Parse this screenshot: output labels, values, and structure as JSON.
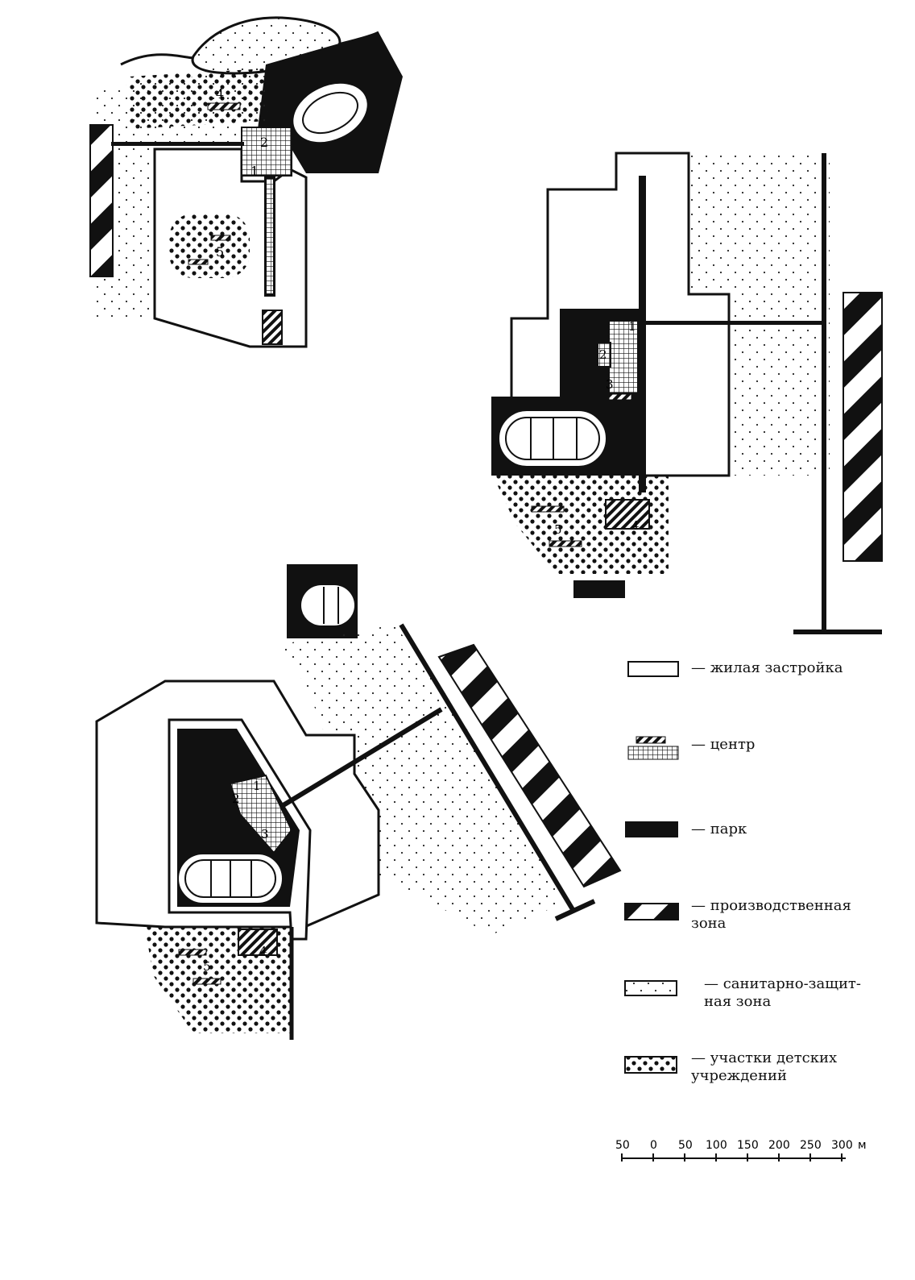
{
  "legend": {
    "items": [
      {
        "key": "residential",
        "label": "— жилая застройка"
      },
      {
        "key": "center",
        "label": "— центр"
      },
      {
        "key": "park",
        "label": "— парк"
      },
      {
        "key": "industrial",
        "label": "— производственная\nзона"
      },
      {
        "key": "sanitary",
        "label": "— санитарно-защит-\nная зона"
      },
      {
        "key": "children",
        "label": "— участки детских\nучреждений"
      }
    ]
  },
  "scale": {
    "ticks": [
      "50",
      "0",
      "50",
      "100",
      "150",
      "200",
      "250",
      "300"
    ],
    "unit": "м"
  },
  "plans": {
    "a": {
      "labels": [
        "1",
        "2",
        "4",
        "5"
      ]
    },
    "b": {
      "labels": [
        "1",
        "2",
        "3",
        "4",
        "5"
      ]
    },
    "c": {
      "labels": [
        "1",
        "2",
        "3",
        "4",
        "5"
      ]
    }
  },
  "colors": {
    "ink": "#111111",
    "paper": "#ffffff"
  }
}
